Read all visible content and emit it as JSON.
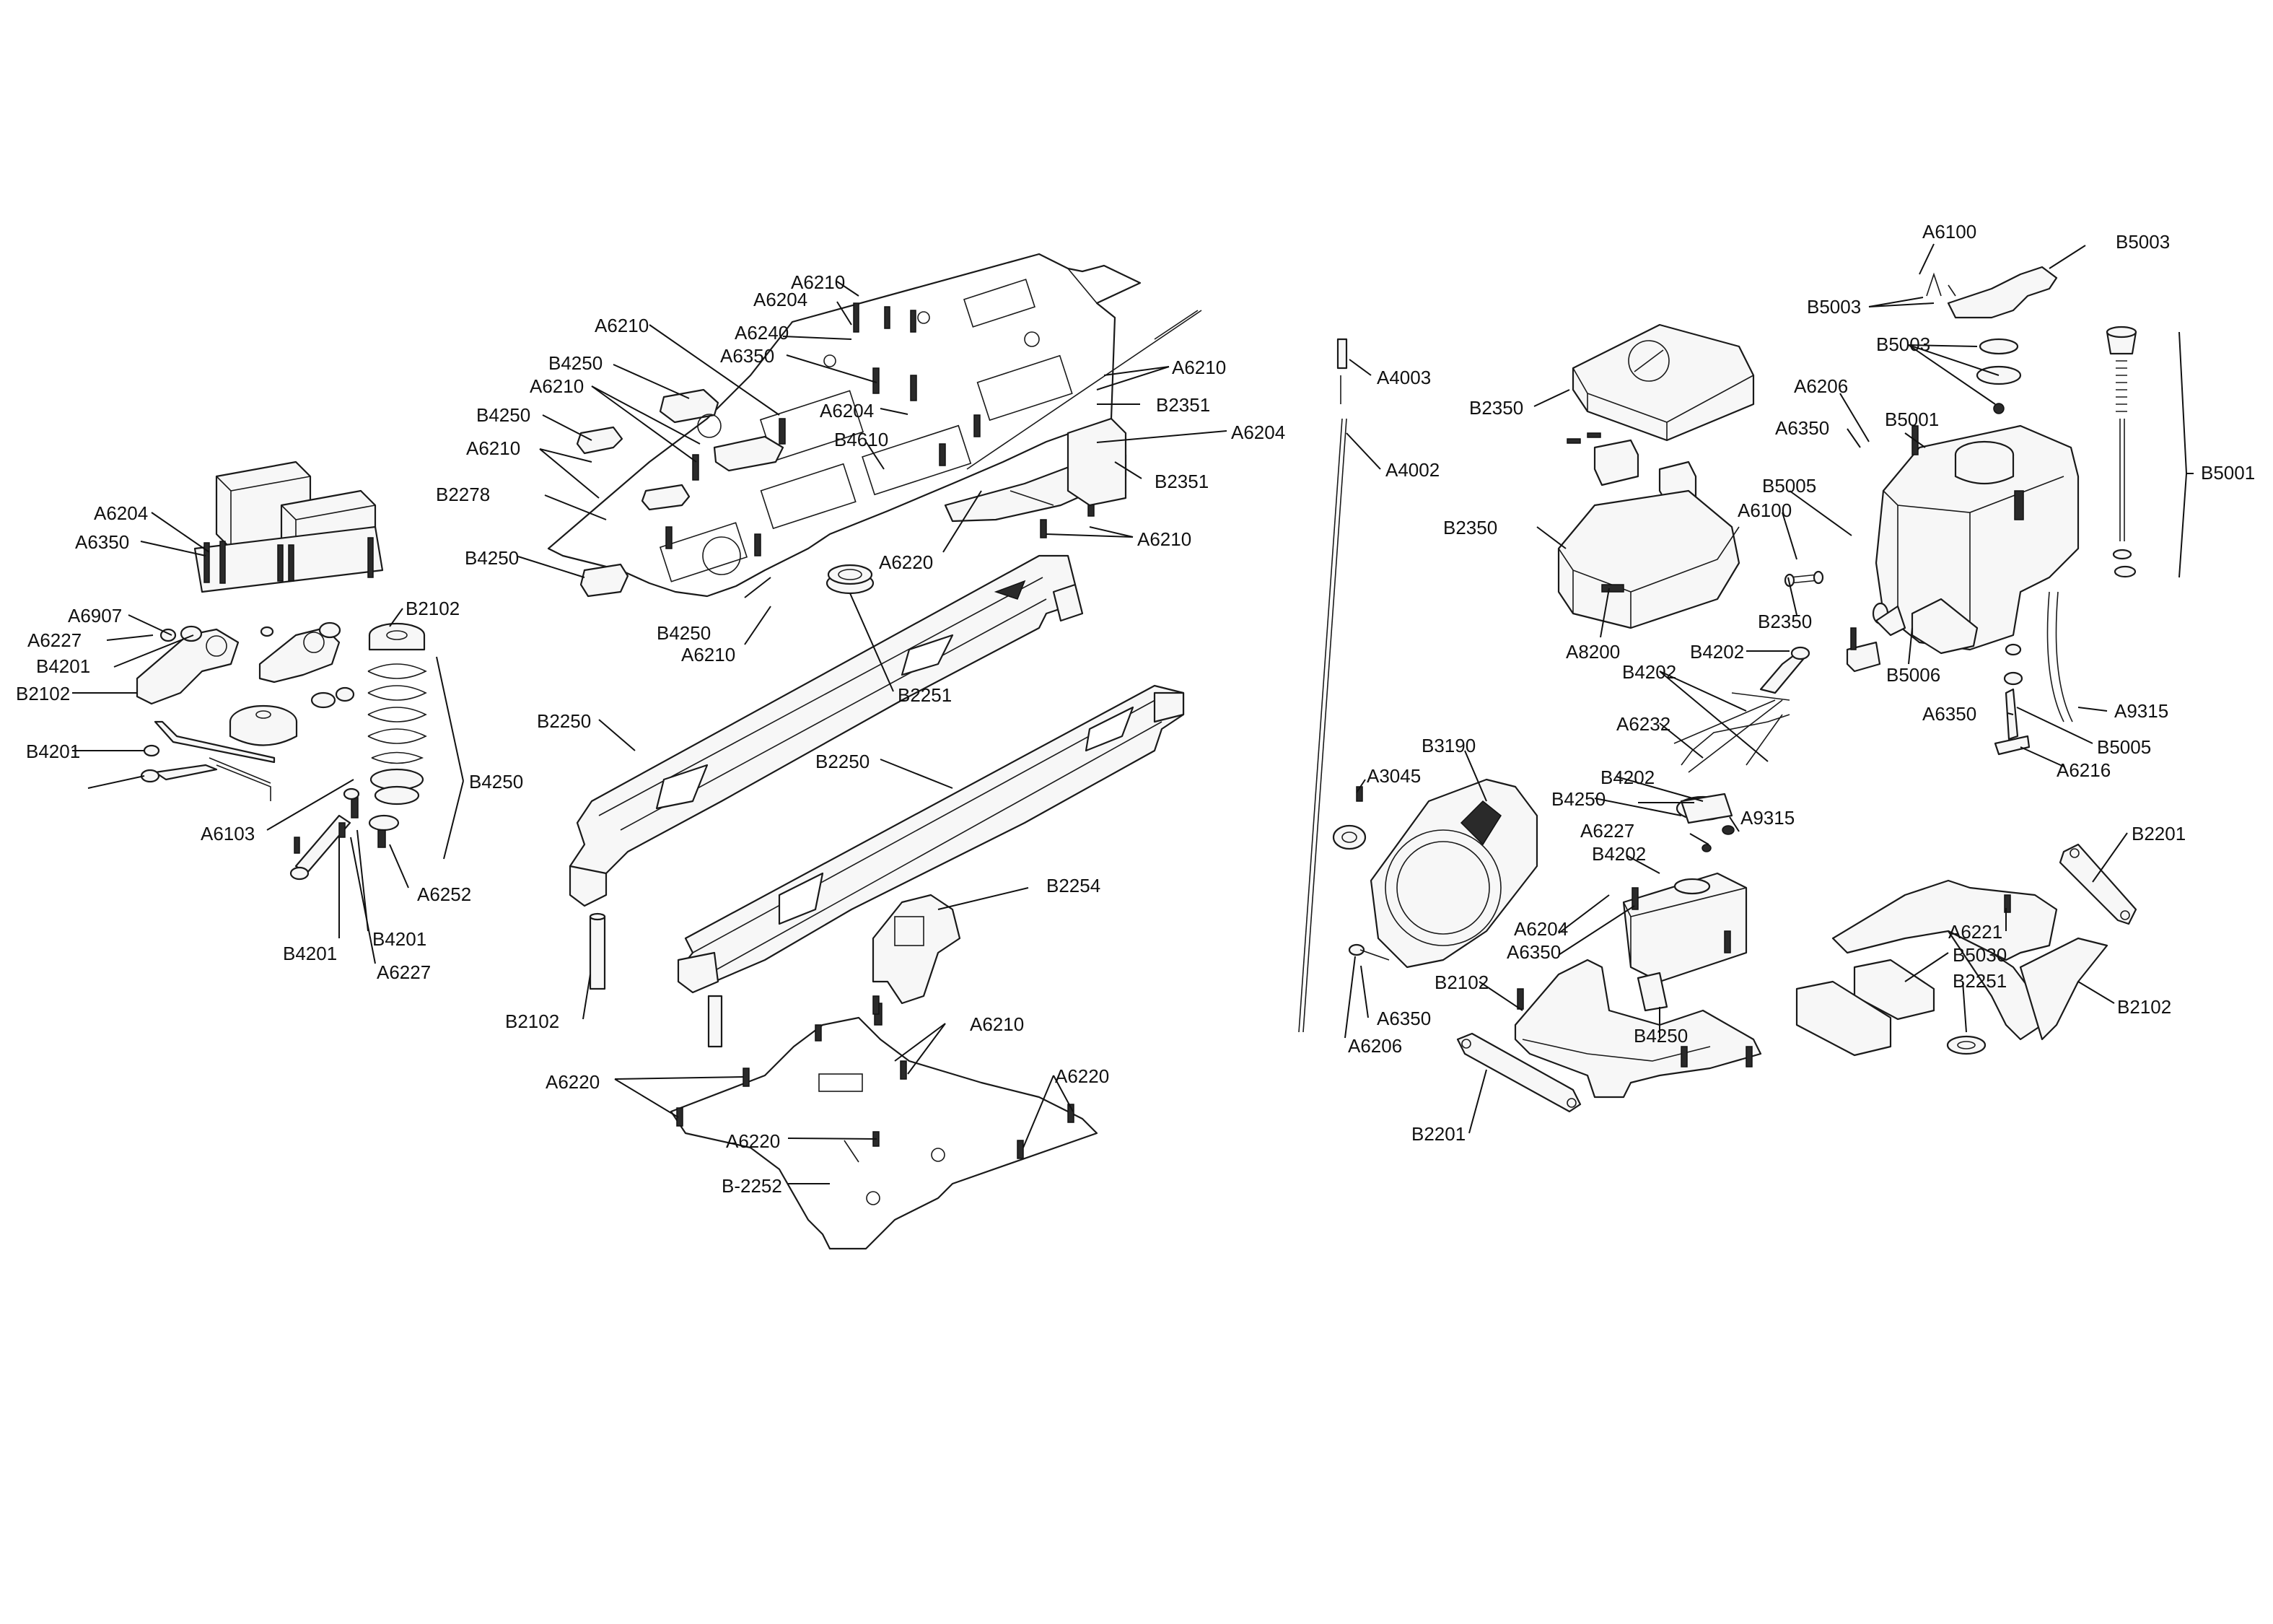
{
  "labels": [
    {
      "id": "l1",
      "text": "A6210"
    },
    {
      "id": "l2",
      "text": "A6204"
    },
    {
      "id": "l3",
      "text": "A6210"
    },
    {
      "id": "l4",
      "text": "A6240"
    },
    {
      "id": "l5",
      "text": "A6350"
    },
    {
      "id": "l6",
      "text": "B4250"
    },
    {
      "id": "l7",
      "text": "A6210"
    },
    {
      "id": "l8",
      "text": "B4250"
    },
    {
      "id": "l9",
      "text": "A6210"
    },
    {
      "id": "l10",
      "text": "B2278"
    },
    {
      "id": "l11",
      "text": "B4250"
    },
    {
      "id": "l12",
      "text": "A6204"
    },
    {
      "id": "l13",
      "text": "B4610"
    },
    {
      "id": "l14",
      "text": "A6210"
    },
    {
      "id": "l15",
      "text": "B2351"
    },
    {
      "id": "l16",
      "text": "A6204"
    },
    {
      "id": "l17",
      "text": "B2351"
    },
    {
      "id": "l18",
      "text": "A6210"
    },
    {
      "id": "l19",
      "text": "A6220"
    },
    {
      "id": "l20",
      "text": "B4250"
    },
    {
      "id": "l21",
      "text": "A6210"
    },
    {
      "id": "l22",
      "text": "B2251"
    },
    {
      "id": "l23",
      "text": "B2250"
    },
    {
      "id": "l24",
      "text": "B2250"
    },
    {
      "id": "l25",
      "text": "B2254"
    },
    {
      "id": "l26",
      "text": "B2102"
    },
    {
      "id": "l27",
      "text": "A6210"
    },
    {
      "id": "l28",
      "text": "A6220"
    },
    {
      "id": "l29",
      "text": "A6220"
    },
    {
      "id": "l30",
      "text": "A6220"
    },
    {
      "id": "l31",
      "text": "B-2252"
    },
    {
      "id": "l32",
      "text": "A6204"
    },
    {
      "id": "l33",
      "text": "A6350"
    },
    {
      "id": "l34",
      "text": "A6907"
    },
    {
      "id": "l35",
      "text": "A6227"
    },
    {
      "id": "l36",
      "text": "B4201"
    },
    {
      "id": "l37",
      "text": "B2102"
    },
    {
      "id": "l38",
      "text": "B2102"
    },
    {
      "id": "l39",
      "text": "B4201"
    },
    {
      "id": "l40",
      "text": "A6103"
    },
    {
      "id": "l41",
      "text": "B4250"
    },
    {
      "id": "l42",
      "text": "A6252"
    },
    {
      "id": "l43",
      "text": "B4201"
    },
    {
      "id": "l44",
      "text": "B4201"
    },
    {
      "id": "l45",
      "text": "A6227"
    },
    {
      "id": "l46",
      "text": "A4003"
    },
    {
      "id": "l47",
      "text": "A4002"
    },
    {
      "id": "l48",
      "text": "B2350"
    },
    {
      "id": "l49",
      "text": "B2350"
    },
    {
      "id": "l50",
      "text": "A8200"
    },
    {
      "id": "l51",
      "text": "A6100"
    },
    {
      "id": "l52",
      "text": "B2350"
    },
    {
      "id": "l53",
      "text": "B4202"
    },
    {
      "id": "l54",
      "text": "B4202"
    },
    {
      "id": "l55",
      "text": "A6232"
    },
    {
      "id": "l56",
      "text": "B4202"
    },
    {
      "id": "l57",
      "text": "B4250"
    },
    {
      "id": "l58",
      "text": "A9315"
    },
    {
      "id": "l59",
      "text": "A6227"
    },
    {
      "id": "l60",
      "text": "B4202"
    },
    {
      "id": "l61",
      "text": "B3190"
    },
    {
      "id": "l62",
      "text": "A3045"
    },
    {
      "id": "l63",
      "text": "A6204"
    },
    {
      "id": "l64",
      "text": "A6350"
    },
    {
      "id": "l65",
      "text": "B2102"
    },
    {
      "id": "l66",
      "text": "A6350"
    },
    {
      "id": "l67",
      "text": "A6206"
    },
    {
      "id": "l68",
      "text": "B4250"
    },
    {
      "id": "l69",
      "text": "B2201"
    },
    {
      "id": "l70",
      "text": "A6100"
    },
    {
      "id": "l71",
      "text": "B5003"
    },
    {
      "id": "l72",
      "text": "B5003"
    },
    {
      "id": "l73",
      "text": "B5003"
    },
    {
      "id": "l74",
      "text": "A6206"
    },
    {
      "id": "l75",
      "text": "A6350"
    },
    {
      "id": "l76",
      "text": "B5001"
    },
    {
      "id": "l77",
      "text": "B5005"
    },
    {
      "id": "l78",
      "text": "B5001"
    },
    {
      "id": "l79",
      "text": "B5006"
    },
    {
      "id": "l80",
      "text": "A9315"
    },
    {
      "id": "l81",
      "text": "A6350"
    },
    {
      "id": "l82",
      "text": "B5005"
    },
    {
      "id": "l83",
      "text": "A6216"
    },
    {
      "id": "l84",
      "text": "B2201"
    },
    {
      "id": "l85",
      "text": "A6221"
    },
    {
      "id": "l86",
      "text": "B5030"
    },
    {
      "id": "l87",
      "text": "B2251"
    },
    {
      "id": "l88",
      "text": "B2102"
    }
  ]
}
